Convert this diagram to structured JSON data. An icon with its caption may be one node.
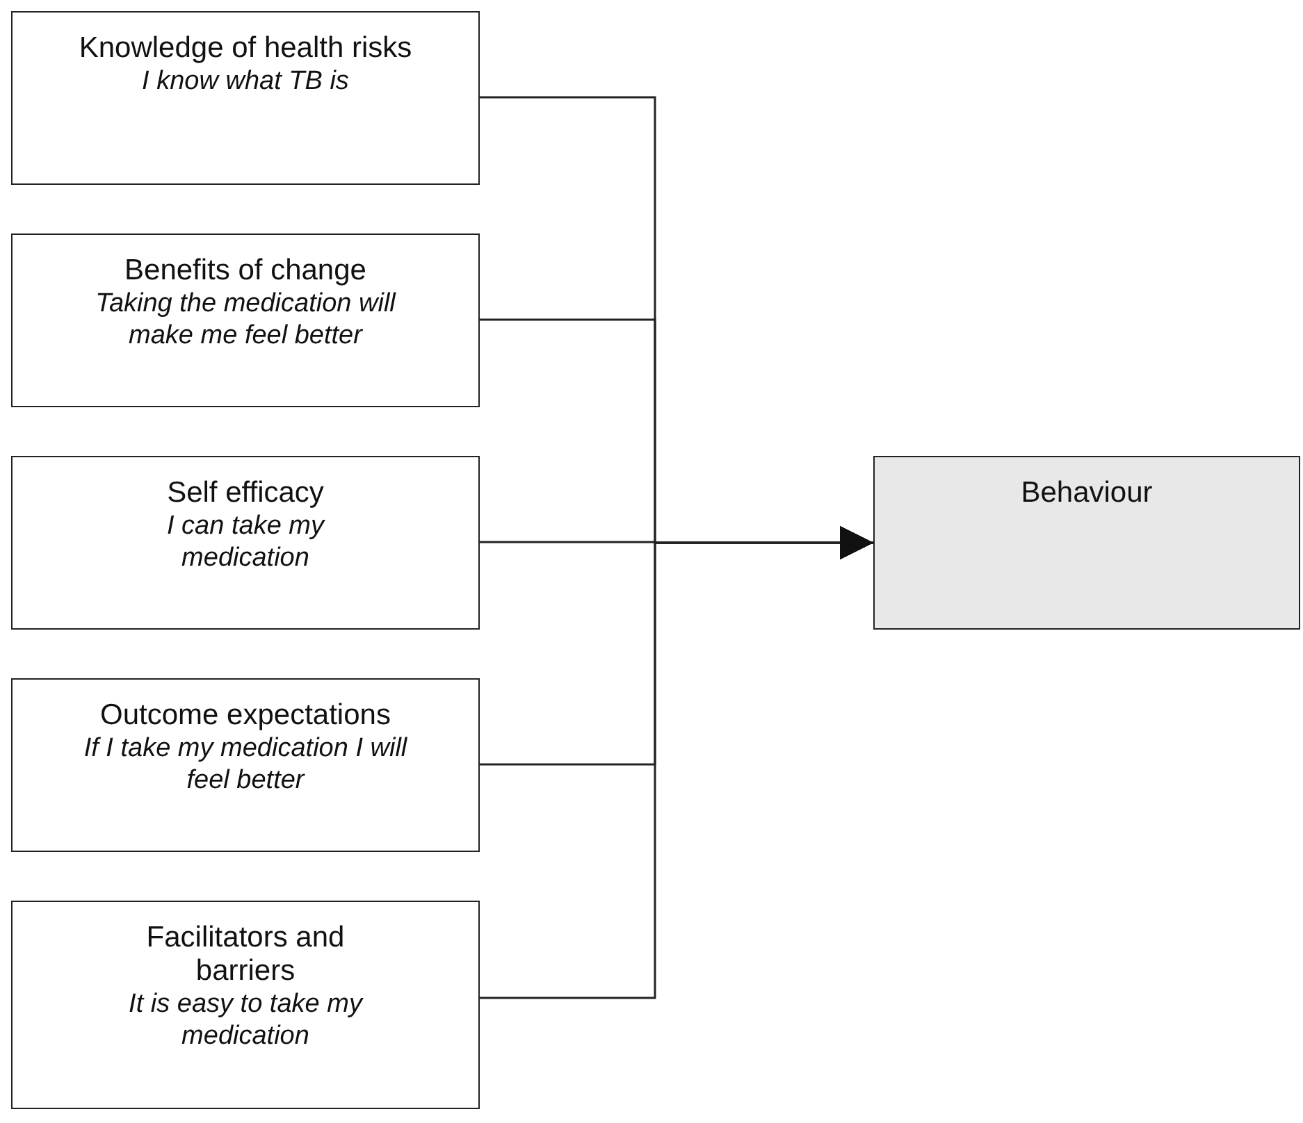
{
  "diagram": {
    "nodes": [
      {
        "text": [
          "Knowledge of health risks",
          "I know what TB is"
        ]
      },
      {
        "text": [
          "Benefits of change",
          "Taking the medication will make me feel better"
        ]
      },
      {
        "text": [
          "Self efficacy",
          "I can take my medication"
        ]
      },
      {
        "text": [
          "Outcome expectations",
          "If I take my medication I will feel better"
        ]
      },
      {
        "text": [
          "Facilitators and barriers",
          "It is easy to take my medication"
        ]
      },
      {
        "text": [
          "Behaviour"
        ]
      }
    ],
    "edges": [
      {
        "from": 0,
        "to": 5,
        "arrow": "to"
      },
      {
        "from": 1,
        "to": 5,
        "arrow": "to"
      },
      {
        "from": 2,
        "to": 5,
        "arrow": "to"
      },
      {
        "from": 3,
        "to": 5,
        "arrow": "to"
      },
      {
        "from": 4,
        "to": 5,
        "arrow": "to"
      }
    ]
  }
}
